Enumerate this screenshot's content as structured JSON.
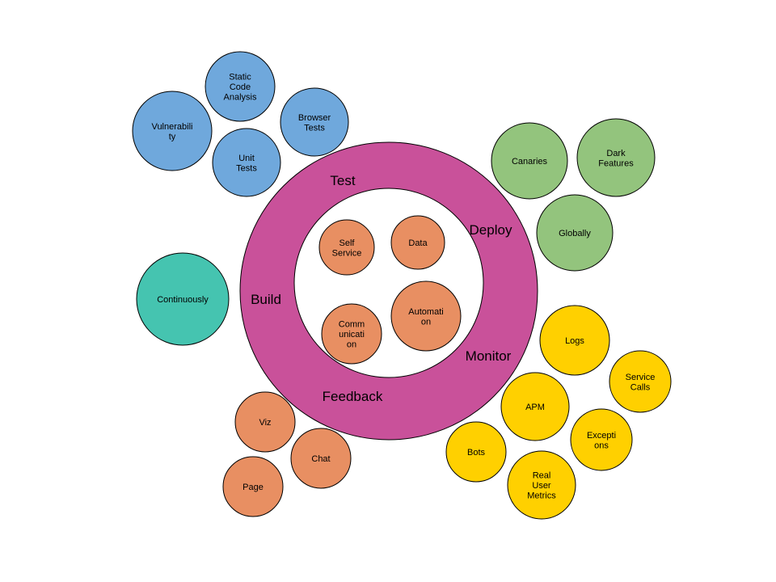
{
  "colors": {
    "blue": "#6fa8dc",
    "green": "#93c47d",
    "teal": "#45c4b0",
    "orange": "#e88f62",
    "yellow": "#ffd000",
    "magenta": "#c9519a",
    "outline": "#000000",
    "background": "#ffffff"
  },
  "ring": {
    "labels": [
      "Test",
      "Deploy",
      "Build",
      "Monitor",
      "Feedback"
    ]
  },
  "inner_nodes": [
    {
      "lines": [
        "Self",
        "Service"
      ]
    },
    {
      "lines": [
        "Data"
      ]
    },
    {
      "lines": [
        "Comm",
        "unicati",
        "on"
      ]
    },
    {
      "lines": [
        "Automati",
        "on"
      ]
    }
  ],
  "test_nodes": [
    {
      "lines": [
        "Static",
        "Code",
        "Analysis"
      ]
    },
    {
      "lines": [
        "Vulnerabili",
        "ty"
      ]
    },
    {
      "lines": [
        "Browser",
        "Tests"
      ]
    },
    {
      "lines": [
        "Unit",
        "Tests"
      ]
    }
  ],
  "deploy_nodes": [
    {
      "lines": [
        "Canaries"
      ]
    },
    {
      "lines": [
        "Dark",
        "Features"
      ]
    },
    {
      "lines": [
        "Globally"
      ]
    }
  ],
  "build_nodes": [
    {
      "lines": [
        "Continuously"
      ]
    }
  ],
  "monitor_nodes": [
    {
      "lines": [
        "Logs"
      ]
    },
    {
      "lines": [
        "Service",
        "Calls"
      ]
    },
    {
      "lines": [
        "APM"
      ]
    },
    {
      "lines": [
        "Excepti",
        "ons"
      ]
    },
    {
      "lines": [
        "Bots"
      ]
    },
    {
      "lines": [
        "Real",
        "User",
        "Metrics"
      ]
    }
  ],
  "feedback_nodes": [
    {
      "lines": [
        "Viz"
      ]
    },
    {
      "lines": [
        "Chat"
      ]
    },
    {
      "lines": [
        "Page"
      ]
    }
  ]
}
